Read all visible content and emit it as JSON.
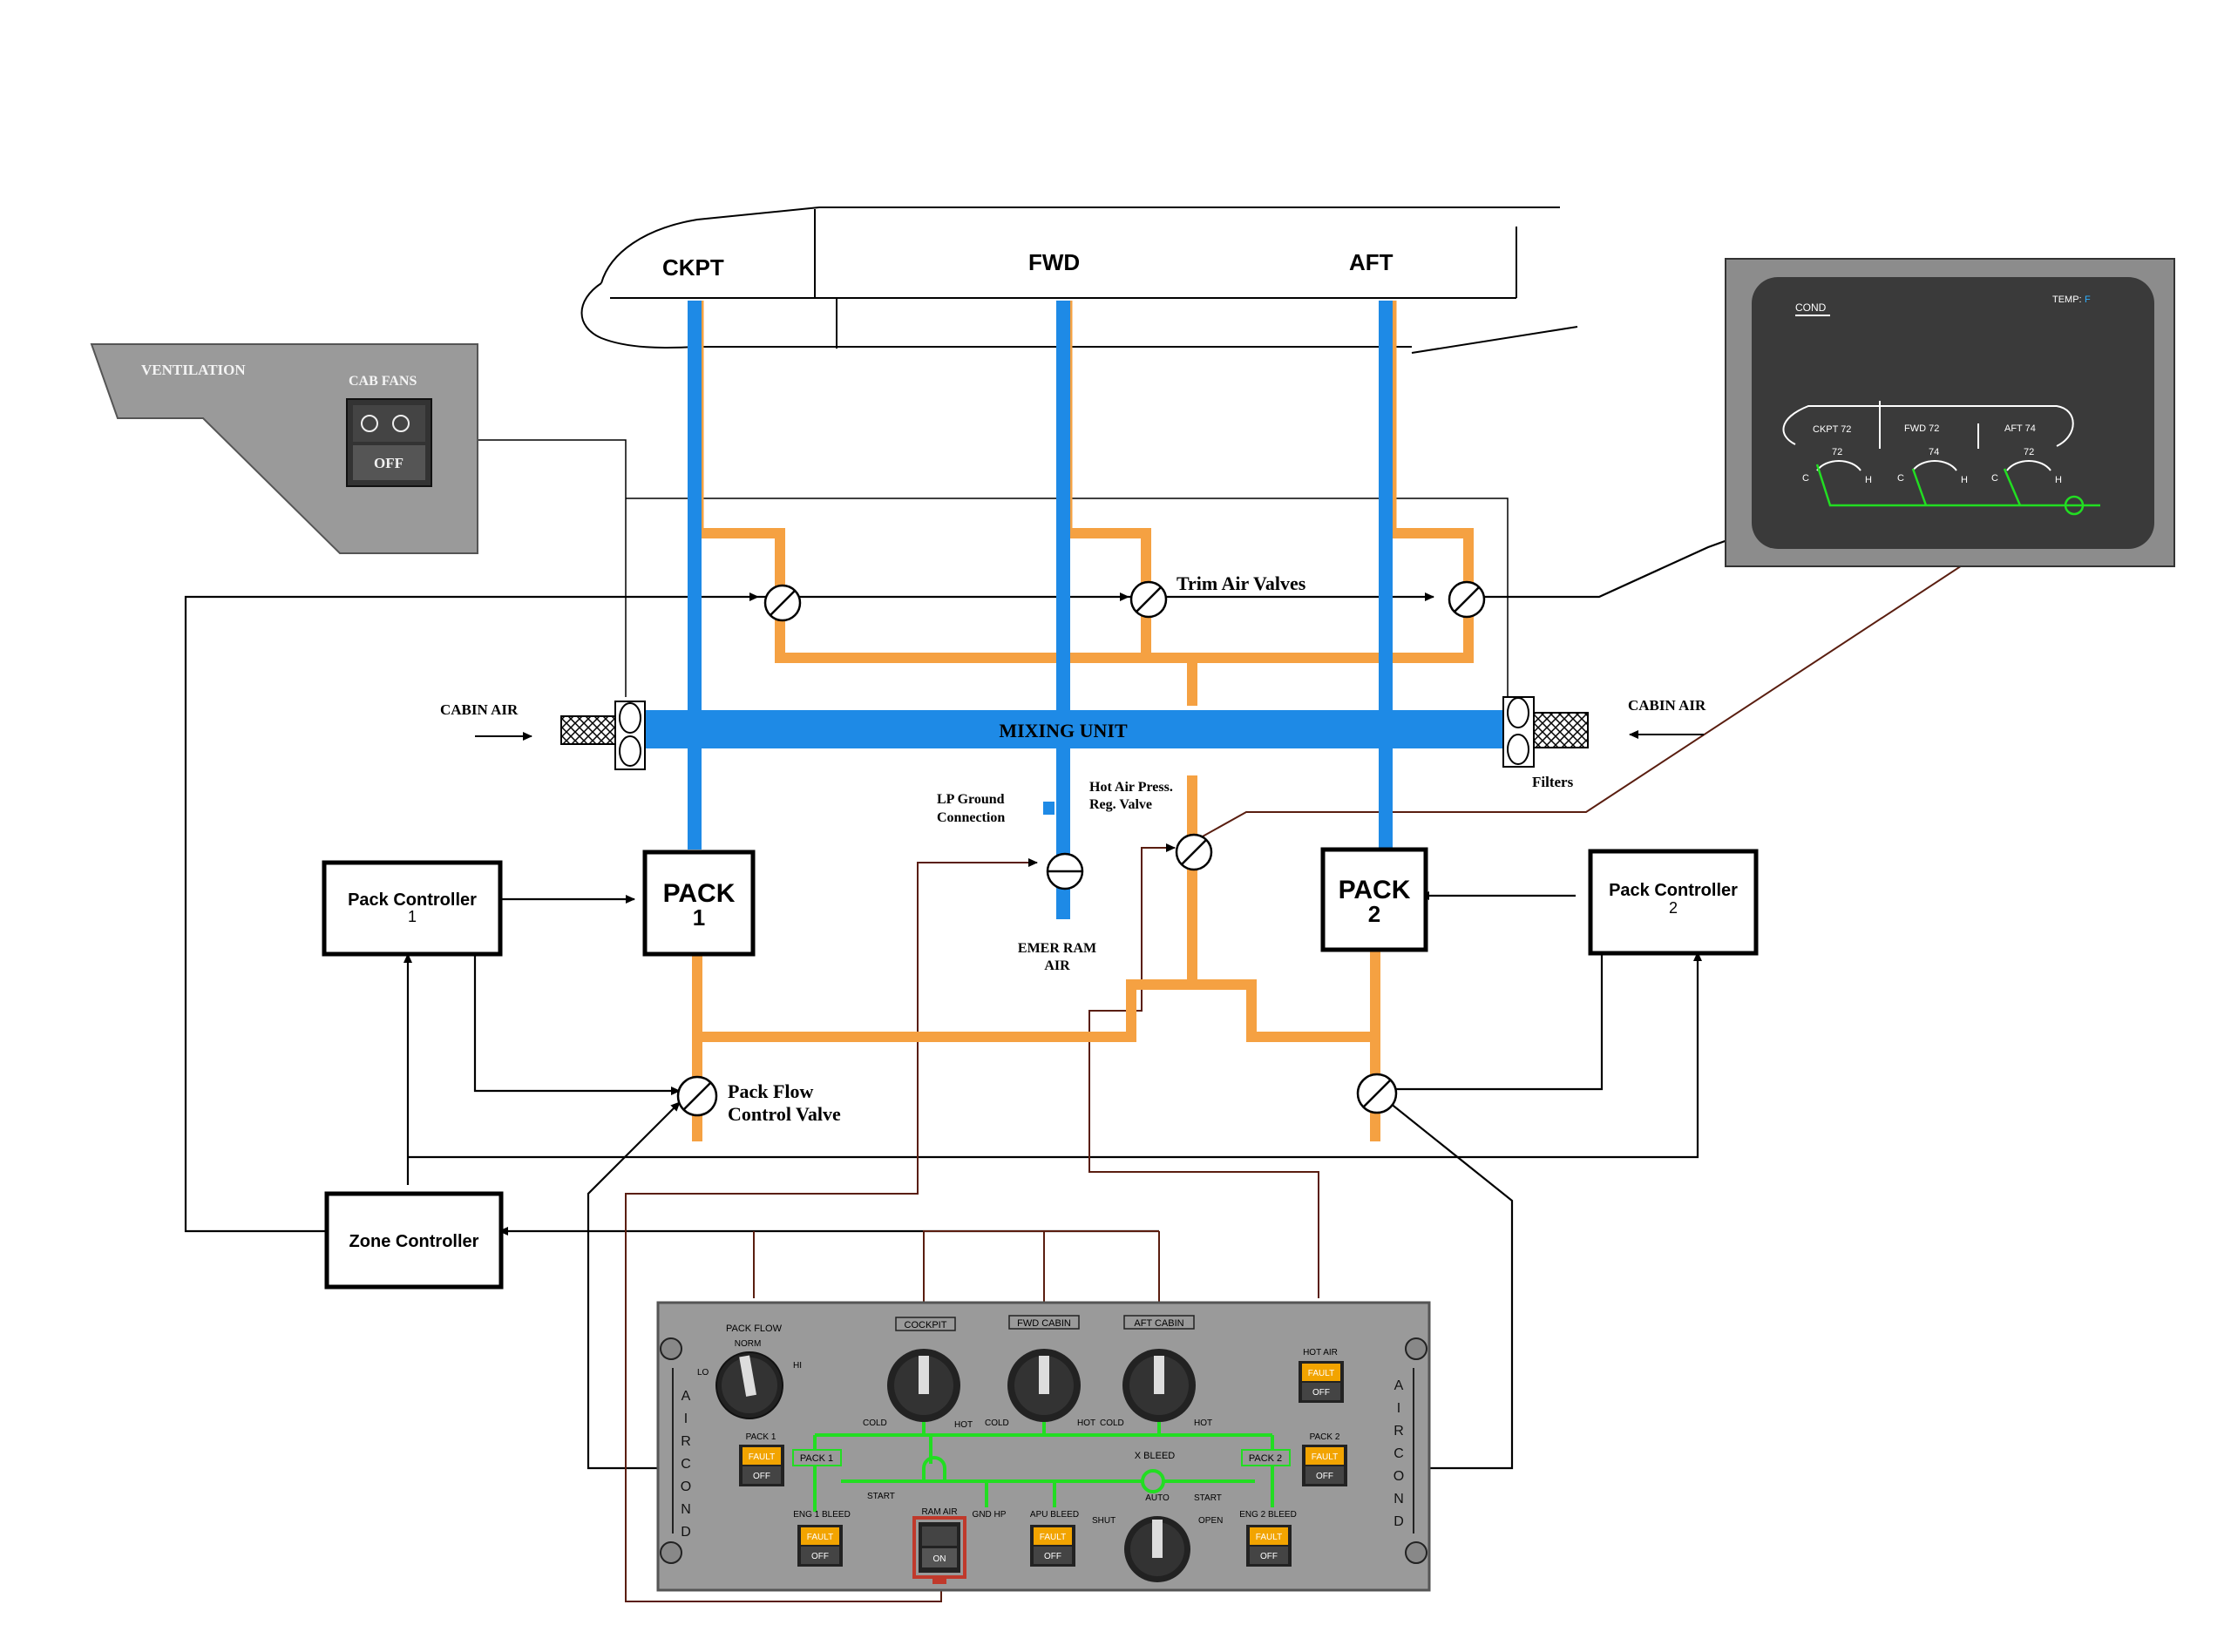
{
  "zones": {
    "ckpt": "CKPT",
    "fwd": "FWD",
    "aft": "AFT"
  },
  "ventilation_panel": {
    "title": "VENTILATION",
    "cab_fans": "CAB FANS",
    "off": "OFF"
  },
  "labels": {
    "trim_air_valves": "Trim Air Valves",
    "cabin_air_left": "CABIN AIR",
    "cabin_air_right": "CABIN AIR",
    "mixing_unit": "MIXING UNIT",
    "filters": "Filters",
    "lp_ground_1": "LP Ground",
    "lp_ground_2": "Connection",
    "hot_air_1": "Hot Air Press.",
    "hot_air_2": "Reg. Valve",
    "emer_ram_1": "EMER  RAM",
    "emer_ram_2": "AIR",
    "pack_flow_1": "Pack Flow",
    "pack_flow_2": "Control Valve"
  },
  "boxes": {
    "pack_controller_1_a": "Pack Controller",
    "pack_controller_1_b": "1",
    "pack_controller_2_a": "Pack Controller",
    "pack_controller_2_b": "2",
    "pack_1_a": "PACK",
    "pack_1_b": "1",
    "pack_2_a": "PACK",
    "pack_2_b": "2",
    "zone_controller": "Zone Controller"
  },
  "ecam": {
    "page": "COND",
    "temp": "TEMP: ",
    "temp_unit": "F",
    "ckpt": "CKPT  72",
    "fwd": "FWD 72",
    "aft": "AFT 74",
    "duct_ckpt": "72",
    "duct_fwd": "74",
    "duct_aft": "72",
    "c": "C",
    "h": "H"
  },
  "overhead": {
    "pack_flow": "PACK FLOW",
    "norm": "NORM",
    "lo": "LO",
    "hi": "HI",
    "cockpit": "COCKPIT",
    "fwd_cabin": "FWD CABIN",
    "aft_cabin": "AFT CABIN",
    "cold": "COLD",
    "hot": "HOT",
    "hot_air": "HOT AIR",
    "fault": "FAULT",
    "off": "OFF",
    "on": "ON",
    "pack_1": "PACK 1",
    "pack_2": "PACK 2",
    "x_bleed": "X BLEED",
    "start": "START",
    "eng1_bleed": "ENG 1 BLEED",
    "eng2_bleed": "ENG 2 BLEED",
    "ram_air": "RAM AIR",
    "gnd_hp": "GND HP",
    "apu_bleed": "APU BLEED",
    "shut": "SHUT",
    "auto": "AUTO",
    "open": "OPEN",
    "air_cond_left": "AIR COND",
    "air_cond_right": "AIR COND"
  },
  "colors": {
    "cold_duct": "#1e8ae6",
    "hot_duct": "#f5a142",
    "green_line": "#22dd22",
    "fault_amber": "#f2a400",
    "panel_grey": "#9a9a9a",
    "signal_dark": "#6b2a1a"
  }
}
